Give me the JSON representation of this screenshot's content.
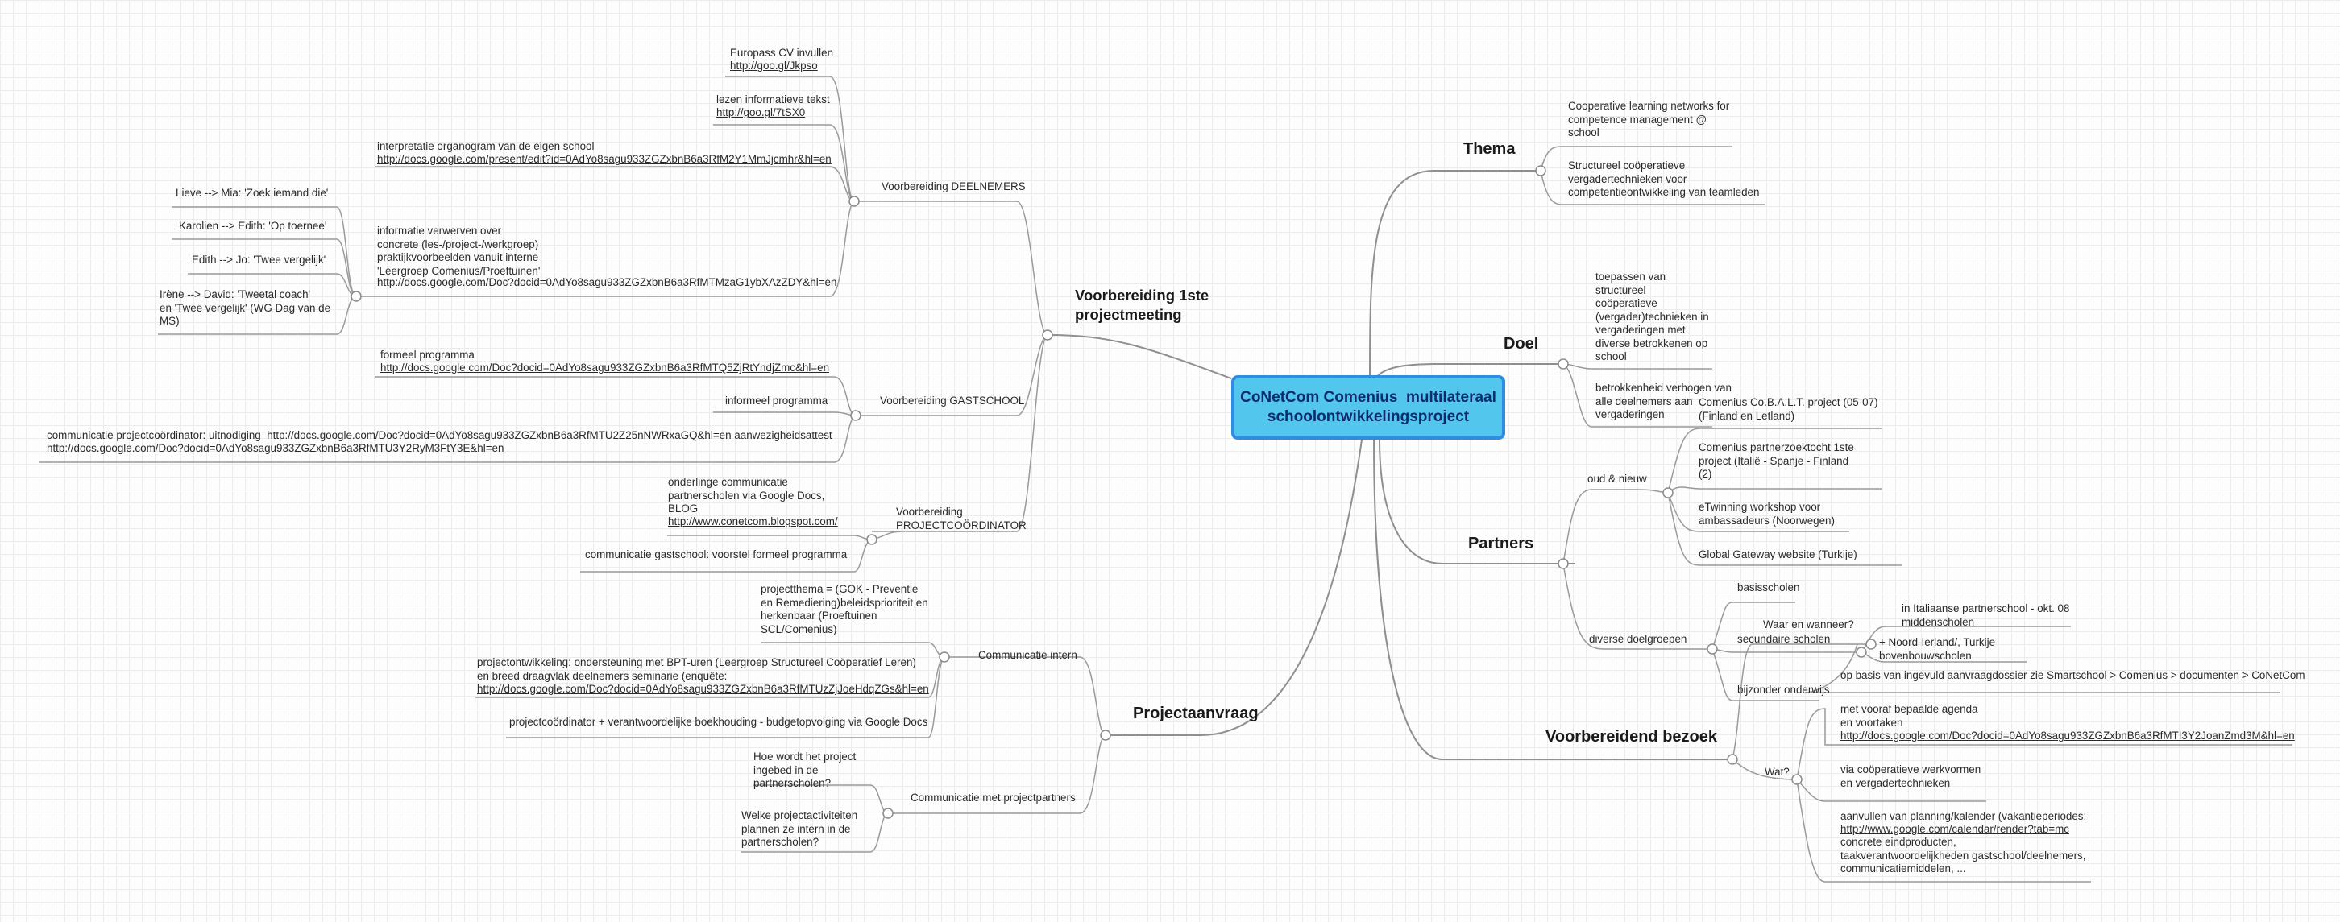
{
  "root": "CoNetCom Comenius  multilateraal\nschoolontwikkelingsproject",
  "branches": {
    "thema": "Thema",
    "doel": "Doel",
    "partners": "Partners",
    "bezoek": "Voorbereidend bezoek",
    "meeting": "Voorbereiding 1ste\nprojectmeeting",
    "aanvraag": "Projectaanvraag"
  },
  "thema": {
    "item1": "Cooperative learning networks for\ncompetence management @\nschool",
    "item2": "Structureel coöperatieve\nvergadertechnieken voor\ncompetentieontwikkeling van teamleden"
  },
  "doel": {
    "item1": "toepassen van\nstructureel\ncoöperatieve\n(vergader)technieken in\nvergaderingen met\ndiverse betrokkenen op\nschool",
    "item2": "betrokkenheid verhogen van\nalle deelnemers aan\nvergaderingen"
  },
  "partners": {
    "oud": "oud & nieuw",
    "oud_items": [
      "Comenius Co.B.A.L.T. project (05-07)\n(Finland en Letland)",
      "Comenius partnerzoektocht 1ste\nproject (Italië - Spanje - Finland\n(2)",
      "eTwinning workshop voor\nambassadeurs (Noorwegen)",
      "Global Gateway website (Turkije)"
    ],
    "doelgroepen": "diverse doelgroepen",
    "basis": "basisscholen",
    "secundair": "secundaire scholen",
    "middenscholen": "in Italiaanse partnerschool - okt. 08\nmiddenscholen",
    "bovenbouw": "+ Noord-Ierland/, Turkije\nbovenbouwscholen",
    "bijzonder": "bijzonder onderwijs"
  },
  "bezoek": {
    "waar": "Waar en wanneer?",
    "waar_item": "op basis van ingevuld aanvraagdossier zie Smartschool > Comenius > documenten > CoNetCom",
    "wat": "Wat?",
    "wat_item1": "met vooraf bepaalde agenda\nen voortaken",
    "wat_item1_link": "http://docs.google.com/Doc?docid=0AdYo8sagu933ZGZxbnB6a3RfMTI3Y2JoanZmd3M&hl=en",
    "wat_item2": "via coöperatieve werkvormen\nen vergadertechnieken",
    "wat_item3": "aanvullen van planning/kalender (vakantieperiodes:",
    "wat_item3_link": "http://www.google.com/calendar/render?tab=mc",
    "wat_item3_rest": "concrete eindproducten,\ntaakverantwoordelijkheden gastschool/deelnemers,\ncommunicatiemiddelen, ..."
  },
  "meeting": {
    "deelnemers": "Voorbereiding DEELNEMERS",
    "europass": "Europass CV invullen",
    "europass_link": "http://goo.gl/Jkpso",
    "lezen": "lezen informatieve tekst",
    "lezen_link": "http://goo.gl/7tSX0",
    "interpretatie": "interpretatie organogram van de eigen school",
    "interpretatie_link": "http://docs.google.com/present/edit?id=0AdYo8sagu933ZGZxbnB6a3RfM2Y1MmJjcmhr&hl=en",
    "info": "informatie verwerven over\nconcrete (les-/project-/werkgroep)\npraktijkvoorbeelden vanuit interne\n'Leergroep Comenius/Proeftuinen'",
    "info_link": "http://docs.google.com/Doc?docid=0AdYo8sagu933ZGZxbnB6a3RfMTMzaG1ybXAzZDY&hl=en",
    "pairs": [
      "Lieve --> Mia: 'Zoek iemand die'",
      "Karolien --> Edith: 'Op toernee'",
      "Edith --> Jo: 'Twee vergelijk'",
      "Irène --> David: 'Tweetal coach'\nen 'Twee vergelijk' (WG Dag van de\nMS)"
    ],
    "gastschool": "Voorbereiding GASTSCHOOL",
    "formeel": "formeel programma",
    "formeel_link": "http://docs.google.com/Doc?docid=0AdYo8sagu933ZGZxbnB6a3RfMTQ5ZjRtYndjZmc&hl=en",
    "informeel": "informeel programma",
    "communicatie_pc": "communicatie projectcoördinator: uitnodiging",
    "communicatie_pc_link1": "http://docs.google.com/Doc?docid=0AdYo8sagu933ZGZxbnB6a3RfMTU2Z25nNWRxaGQ&hl=en",
    "aanwezigheid": "aanwezigheidsattest",
    "communicatie_pc_link2": "http://docs.google.com/Doc?docid=0AdYo8sagu933ZGZxbnB6a3RfMTU3Y2RyM3FtY3E&hl=en",
    "coordinator": "Voorbereiding\nPROJECTCOÖRDINATOR",
    "onderlinge": "onderlinge communicatie\npartnerscholen via Google Docs,\nBLOG",
    "onderlinge_link": "http://www.conetcom.blogspot.com/",
    "gast_communicatie": "communicatie gastschool: voorstel formeel programma"
  },
  "aanvraag": {
    "intern": "Communicatie intern",
    "thema": "projectthema = (GOK - Preventie\nen Remediering)beleidsprioriteit en\nherkenbaar (Proeftuinen\nSCL/Comenius)",
    "ontwikkeling": "projectontwikkeling: ondersteuning met BPT-uren (Leergroep Structureel Coöperatief Leren)\nen breed draagvlak deelnemers seminarie (enquête:",
    "ontwikkeling_link": "http://docs.google.com/Doc?docid=0AdYo8sagu933ZGZxbnB6a3RfMTUzZjJoeHdqZGs&hl=en",
    "boekhouding": "projectcoördinator + verantwoordelijke boekhouding - budgetopvolging via Google Docs",
    "partners": "Communicatie met projectpartners",
    "vraag1": "Hoe wordt het project\ningebed in de\npartnerscholen?",
    "vraag2": "Welke projectactiviteiten\nplannen ze intern in de\npartnerscholen?"
  }
}
